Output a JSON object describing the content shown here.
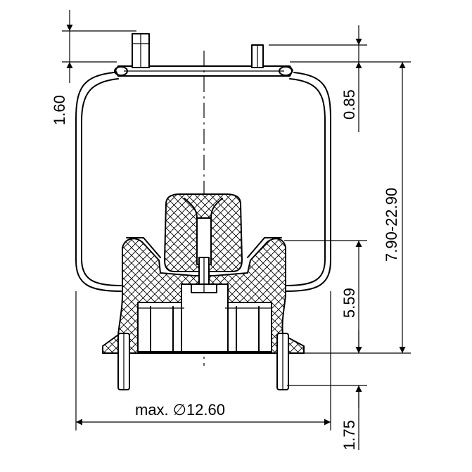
{
  "dimensions": {
    "top_offset": "1.60",
    "plate_thickness": "0.85",
    "height_range": "7.90-22.90",
    "piston_height": "5.59",
    "stud_length": "1.75",
    "max_diameter": "max. ∅12.60"
  }
}
